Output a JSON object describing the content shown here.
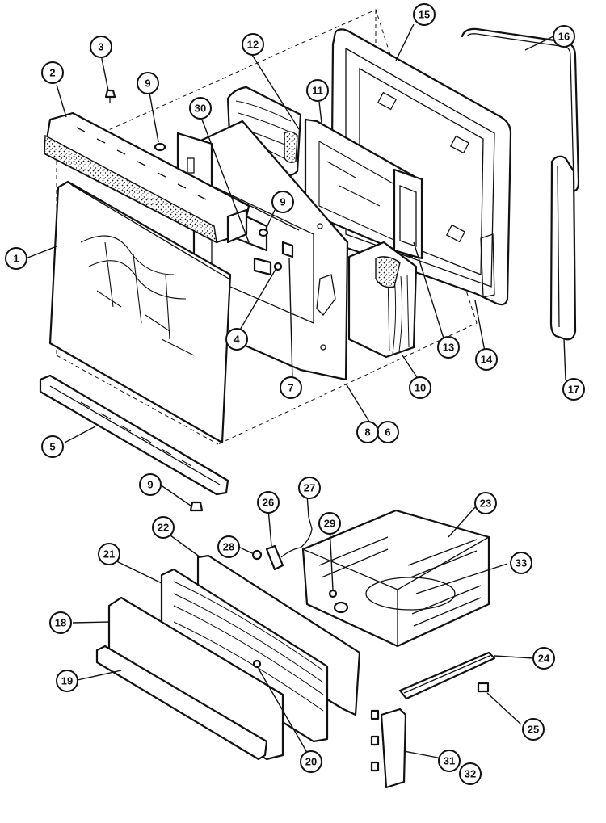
{
  "diagram": {
    "callouts": [
      {
        "id": "c1",
        "label": "1"
      },
      {
        "id": "c2",
        "label": "2"
      },
      {
        "id": "c3",
        "label": "3"
      },
      {
        "id": "c4",
        "label": "4"
      },
      {
        "id": "c5",
        "label": "5"
      },
      {
        "id": "c6",
        "label": "6"
      },
      {
        "id": "c7",
        "label": "7"
      },
      {
        "id": "c8",
        "label": "8"
      },
      {
        "id": "c9a",
        "label": "9"
      },
      {
        "id": "c9b",
        "label": "9"
      },
      {
        "id": "c9c",
        "label": "9"
      },
      {
        "id": "c10",
        "label": "10"
      },
      {
        "id": "c11",
        "label": "11"
      },
      {
        "id": "c12",
        "label": "12"
      },
      {
        "id": "c13",
        "label": "13"
      },
      {
        "id": "c14",
        "label": "14"
      },
      {
        "id": "c15",
        "label": "15"
      },
      {
        "id": "c16",
        "label": "16"
      },
      {
        "id": "c17",
        "label": "17"
      },
      {
        "id": "c18",
        "label": "18"
      },
      {
        "id": "c19",
        "label": "19"
      },
      {
        "id": "c20",
        "label": "20"
      },
      {
        "id": "c21",
        "label": "21"
      },
      {
        "id": "c22",
        "label": "22"
      },
      {
        "id": "c23",
        "label": "23"
      },
      {
        "id": "c24",
        "label": "24"
      },
      {
        "id": "c25",
        "label": "25"
      },
      {
        "id": "c26",
        "label": "26"
      },
      {
        "id": "c27",
        "label": "27"
      },
      {
        "id": "c28",
        "label": "28"
      },
      {
        "id": "c29",
        "label": "29"
      },
      {
        "id": "c30",
        "label": "30"
      },
      {
        "id": "c31",
        "label": "31"
      },
      {
        "id": "c32",
        "label": "32"
      },
      {
        "id": "c33",
        "label": "33"
      }
    ]
  }
}
